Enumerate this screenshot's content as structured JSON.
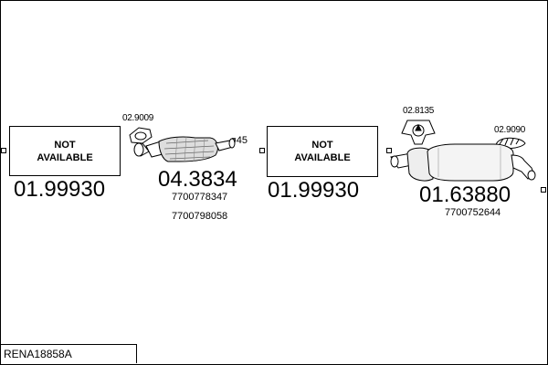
{
  "parts": [
    {
      "box_text": "NOT\nAVAILABLE",
      "number": "01.99930"
    },
    {
      "number": "04.3834",
      "refs": [
        "7700778347",
        "7700798058"
      ],
      "accessory_number": "02.9009",
      "diameter_label": "ø45"
    },
    {
      "box_text": "NOT\nAVAILABLE",
      "number": "01.99930"
    },
    {
      "number": "01.63880",
      "refs": [
        "7700752644"
      ],
      "accessory_numbers": [
        "02.8135",
        "02.9090"
      ]
    }
  ],
  "footer": {
    "reference": "RENA18858A"
  }
}
